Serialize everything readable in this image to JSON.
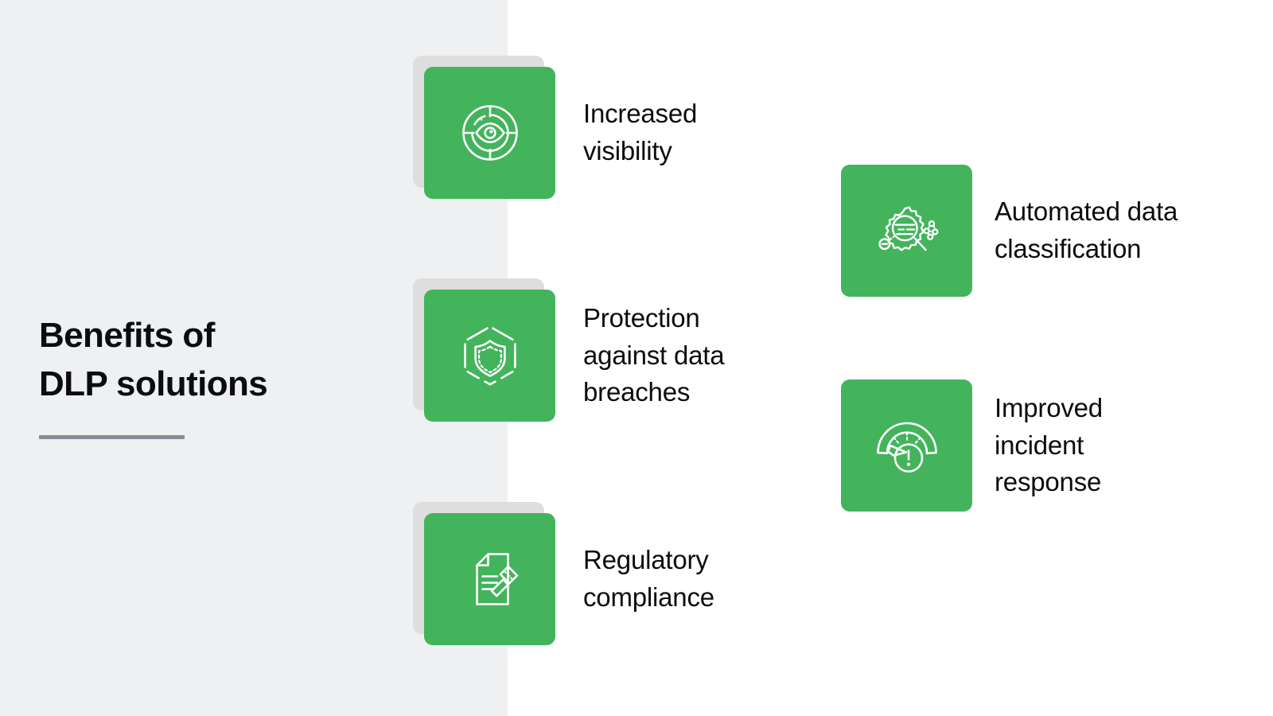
{
  "heading": {
    "title": "Benefits of\nDLP solutions"
  },
  "colors": {
    "panel_background": "#eff0f2",
    "slide_background": "#ffffff",
    "card_green": "#43b45c",
    "card_shadow_gray": "#dededf",
    "text_black": "#0b0c0e",
    "rule_gray": "#868b96",
    "icon_white": "#ffffff"
  },
  "benefits": [
    {
      "id": "increased-visibility",
      "label": "Increased\nvisibility",
      "icon": "eye-target-icon",
      "has_shadow_card": true,
      "column": "left"
    },
    {
      "id": "protection-against-data-breaches",
      "label": "Protection\nagainst data\nbreaches",
      "icon": "shield-hexagon-icon",
      "has_shadow_card": true,
      "column": "left"
    },
    {
      "id": "regulatory-compliance",
      "label": "Regulatory\ncompliance",
      "icon": "document-gavel-icon",
      "has_shadow_card": true,
      "column": "left"
    },
    {
      "id": "automated-data-classification",
      "label": "Automated data\nclassification",
      "icon": "gear-magnifier-nodes-icon",
      "has_shadow_card": false,
      "column": "right"
    },
    {
      "id": "improved-incident-response",
      "label": "Improved\nincident\nresponse",
      "icon": "gauge-alert-icon",
      "has_shadow_card": false,
      "column": "right"
    }
  ]
}
